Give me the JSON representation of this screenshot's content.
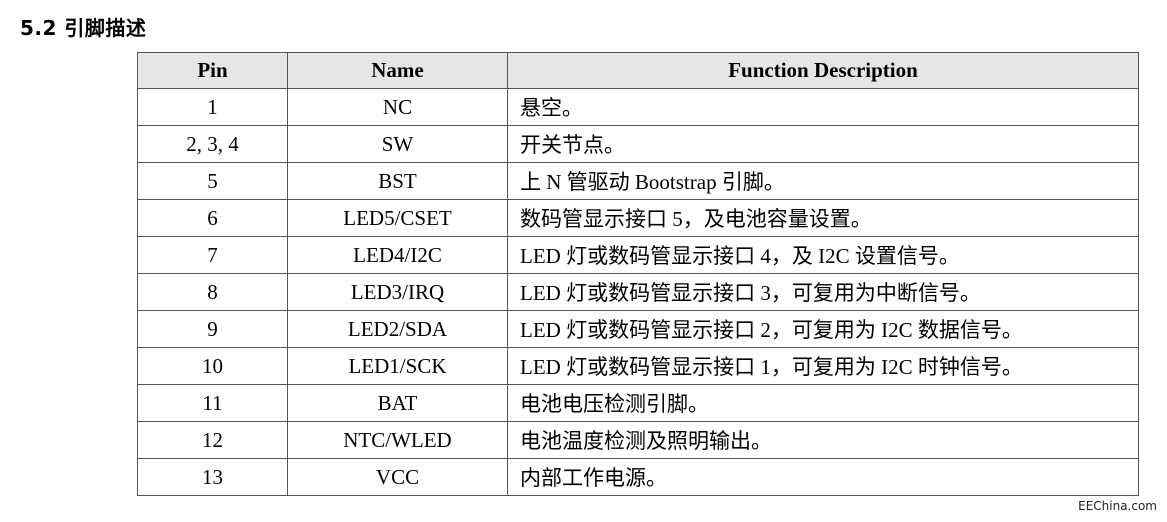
{
  "heading": "5.2 引脚描述",
  "table": {
    "headers": [
      "Pin",
      "Name",
      "Function Description"
    ],
    "rows": [
      {
        "pin": "1",
        "name": "NC",
        "desc": "悬空。"
      },
      {
        "pin": "2, 3, 4",
        "name": "SW",
        "desc": "开关节点。"
      },
      {
        "pin": "5",
        "name": "BST",
        "desc": "上 N 管驱动 Bootstrap 引脚。"
      },
      {
        "pin": "6",
        "name": "LED5/CSET",
        "desc": "数码管显示接口 5，及电池容量设置。"
      },
      {
        "pin": "7",
        "name": "LED4/I2C",
        "desc": "LED 灯或数码管显示接口 4，及 I2C 设置信号。"
      },
      {
        "pin": "8",
        "name": "LED3/IRQ",
        "desc": "LED 灯或数码管显示接口 3，可复用为中断信号。"
      },
      {
        "pin": "9",
        "name": "LED2/SDA",
        "desc": "LED 灯或数码管显示接口 2，可复用为 I2C 数据信号。"
      },
      {
        "pin": "10",
        "name": "LED1/SCK",
        "desc": "LED 灯或数码管显示接口 1，可复用为 I2C 时钟信号。"
      },
      {
        "pin": "11",
        "name": "BAT",
        "desc": "电池电压检测引脚。"
      },
      {
        "pin": "12",
        "name": "NTC/WLED",
        "desc": "电池温度检测及照明输出。"
      },
      {
        "pin": "13",
        "name": "VCC",
        "desc": "内部工作电源。"
      }
    ]
  },
  "watermark": "EEChina.com"
}
